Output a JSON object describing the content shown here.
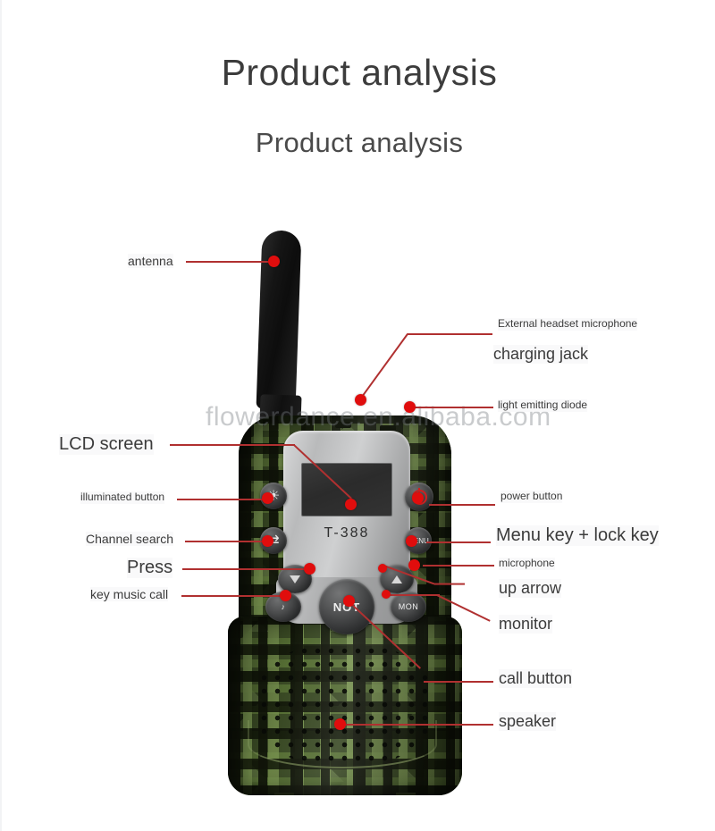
{
  "headings": {
    "main": "Product analysis",
    "sub": "Product analysis"
  },
  "watermark": "flowerdance.en.alibaba.com",
  "device": {
    "model": "T-388",
    "ptt_label": "NOT",
    "monitor_label": "MON",
    "colors": {
      "camo_dark": "#181c12",
      "camo_mid": "#3f4d2c",
      "camo_light": "#7a9256",
      "faceplate": "#b9babb",
      "lcd": "#2f2f2f",
      "antenna": "#121212",
      "callout_red": "#e00d0d",
      "leader_red": "#b03030"
    }
  },
  "callouts": [
    {
      "id": "antenna",
      "text": "antenna",
      "size": "lbl-md"
    },
    {
      "id": "external-headset",
      "text": "External headset microphone",
      "size": "lbl-sm"
    },
    {
      "id": "charging-jack",
      "text": "charging jack",
      "size": "lbl-lg"
    },
    {
      "id": "light-emitting",
      "text": "light emitting diode",
      "size": "lbl-sm"
    },
    {
      "id": "lcd-screen",
      "text": "LCD screen",
      "size": "lbl-xl"
    },
    {
      "id": "illuminated-button",
      "text": "illuminated button",
      "size": "lbl-sm"
    },
    {
      "id": "channel-search",
      "text": "Channel search",
      "size": "lbl-md"
    },
    {
      "id": "press",
      "text": "Press",
      "size": "lbl-xl"
    },
    {
      "id": "key-music-call",
      "text": "key music call",
      "size": "lbl-md"
    },
    {
      "id": "power-button",
      "text": "power button",
      "size": "lbl-sm"
    },
    {
      "id": "menu-lock-key",
      "text": "Menu key + lock key",
      "size": "lbl-xl"
    },
    {
      "id": "microphone",
      "text": "microphone",
      "size": "lbl-sm"
    },
    {
      "id": "up-arrow",
      "text": "up arrow",
      "size": "lbl-lg"
    },
    {
      "id": "monitor",
      "text": "monitor",
      "size": "lbl-lg"
    },
    {
      "id": "call-button",
      "text": "call button",
      "size": "lbl-lg"
    },
    {
      "id": "speaker",
      "text": "speaker",
      "size": "lbl-lg"
    }
  ]
}
